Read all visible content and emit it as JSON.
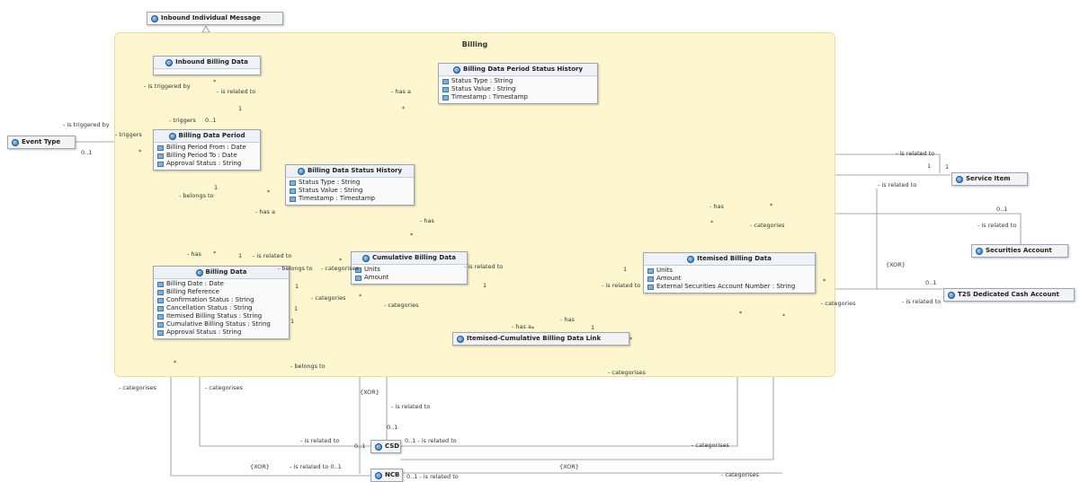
{
  "package": {
    "title": "Billing"
  },
  "classes": {
    "inbound_message": {
      "name": "Inbound Individual Message",
      "attributes": []
    },
    "inbound_billing_data": {
      "name": "Inbound Billing Data",
      "attributes": []
    },
    "period_status_history": {
      "name": "Billing Data Period Status History",
      "attributes": [
        "Status Type : String",
        "Status Value : String",
        "Timestamp : Timestamp"
      ]
    },
    "event_type": {
      "name": "Event Type",
      "attributes": []
    },
    "billing_data_period": {
      "name": "Billing Data Period",
      "attributes": [
        "Billing Period From : Date",
        "Billing Period To : Date",
        "Approval Status : String"
      ]
    },
    "status_history": {
      "name": "Billing Data Status History",
      "attributes": [
        "Status Type : String",
        "Status Value : String",
        "Timestamp : Timestamp"
      ]
    },
    "billing_data": {
      "name": "Billing Data",
      "attributes": [
        "Billing Date : Date",
        "Billing Reference",
        "Confirmation Status : String",
        "Cancellation Status : String",
        "Itemised Billing Status : String",
        "Cumulative Billing Status : String",
        "Approval Status : String"
      ]
    },
    "cumulative_billing_data": {
      "name": "Cumulative Billing Data",
      "attributes": [
        "Units",
        "Amount"
      ]
    },
    "itemised_billing_data": {
      "name": "Itemised Billing Data",
      "attributes": [
        "Units",
        "Amount",
        "External Securities Account Number : String"
      ]
    },
    "link": {
      "name": "Itemised-Cumulative Billing Data Link",
      "attributes": []
    },
    "service_item": {
      "name": "Service Item",
      "attributes": []
    },
    "securities_account": {
      "name": "Securities Account",
      "attributes": []
    },
    "t2s_dca": {
      "name": "T2S Dedicated Cash Account",
      "attributes": []
    },
    "csd": {
      "name": "CSD",
      "attributes": []
    },
    "ncb": {
      "name": "NCB",
      "attributes": []
    }
  },
  "labels": [
    {
      "id": "l1",
      "text": "- is triggered by"
    },
    {
      "id": "l2",
      "text": "*"
    },
    {
      "id": "l3",
      "text": "- is related to"
    },
    {
      "id": "l4",
      "text": "- has a"
    },
    {
      "id": "l5",
      "text": "*"
    },
    {
      "id": "l6",
      "text": "- triggers"
    },
    {
      "id": "l7",
      "text": "0..1"
    },
    {
      "id": "l8",
      "text": "1"
    },
    {
      "id": "l9",
      "text": "- is triggered by"
    },
    {
      "id": "l10",
      "text": "- triggers"
    },
    {
      "id": "l11",
      "text": "*"
    },
    {
      "id": "l12",
      "text": "0..1"
    },
    {
      "id": "l13",
      "text": "1"
    },
    {
      "id": "l14",
      "text": "- belongs to"
    },
    {
      "id": "l15",
      "text": "*"
    },
    {
      "id": "l16",
      "text": "- has a"
    },
    {
      "id": "l17",
      "text": "- has"
    },
    {
      "id": "l18",
      "text": "*"
    },
    {
      "id": "l19",
      "text": "1"
    },
    {
      "id": "l20",
      "text": "- is related to"
    },
    {
      "id": "l21",
      "text": "- belongs to"
    },
    {
      "id": "l22",
      "text": "- categorises"
    },
    {
      "id": "l23",
      "text": "*"
    },
    {
      "id": "l24",
      "text": "- has"
    },
    {
      "id": "l25",
      "text": "*"
    },
    {
      "id": "l26",
      "text": "- is related to"
    },
    {
      "id": "l27",
      "text": "1"
    },
    {
      "id": "l28",
      "text": "1"
    },
    {
      "id": "l29",
      "text": "- categories"
    },
    {
      "id": "l30",
      "text": "*"
    },
    {
      "id": "l31",
      "text": "- categories"
    },
    {
      "id": "l32",
      "text": "1"
    },
    {
      "id": "l33",
      "text": "1"
    },
    {
      "id": "l34",
      "text": "- has a"
    },
    {
      "id": "l35",
      "text": "*"
    },
    {
      "id": "l36",
      "text": "- has"
    },
    {
      "id": "l37",
      "text": "1"
    },
    {
      "id": "l38",
      "text": "- is related to"
    },
    {
      "id": "l39",
      "text": "1"
    },
    {
      "id": "l40",
      "text": "*"
    },
    {
      "id": "l41",
      "text": "- belongs to"
    },
    {
      "id": "l42",
      "text": "- categorises"
    },
    {
      "id": "l43",
      "text": "- is related to"
    },
    {
      "id": "l44",
      "text": "1"
    },
    {
      "id": "l45",
      "text": "1"
    },
    {
      "id": "l46",
      "text": "- is related to"
    },
    {
      "id": "l47",
      "text": "- has"
    },
    {
      "id": "l48",
      "text": "*"
    },
    {
      "id": "l49",
      "text": "*"
    },
    {
      "id": "l50",
      "text": "- categories"
    },
    {
      "id": "l51",
      "text": "0..1"
    },
    {
      "id": "l52",
      "text": "- is related to"
    },
    {
      "id": "l53",
      "text": "{XOR}"
    },
    {
      "id": "l54",
      "text": "0..1"
    },
    {
      "id": "l55",
      "text": "- is related to"
    },
    {
      "id": "l56",
      "text": "*"
    },
    {
      "id": "l57",
      "text": "- categories"
    },
    {
      "id": "l58",
      "text": "*"
    },
    {
      "id": "l59",
      "text": "*"
    },
    {
      "id": "l60",
      "text": "- categorises"
    },
    {
      "id": "l61",
      "text": "- categorises"
    },
    {
      "id": "l62",
      "text": "*"
    },
    {
      "id": "l63",
      "text": "{XOR}"
    },
    {
      "id": "l64",
      "text": "- is related to"
    },
    {
      "id": "l65",
      "text": "0..1"
    },
    {
      "id": "l66",
      "text": "- is related to"
    },
    {
      "id": "l67",
      "text": "0..1"
    },
    {
      "id": "l68",
      "text": "0..1 - is related to"
    },
    {
      "id": "l69",
      "text": "- categorises"
    },
    {
      "id": "l70",
      "text": "{XOR}"
    },
    {
      "id": "l71",
      "text": "- is related to 0..1"
    },
    {
      "id": "l72",
      "text": "{XOR}"
    },
    {
      "id": "l73",
      "text": "0..1 - is related to"
    },
    {
      "id": "l74",
      "text": "- categorises"
    }
  ]
}
